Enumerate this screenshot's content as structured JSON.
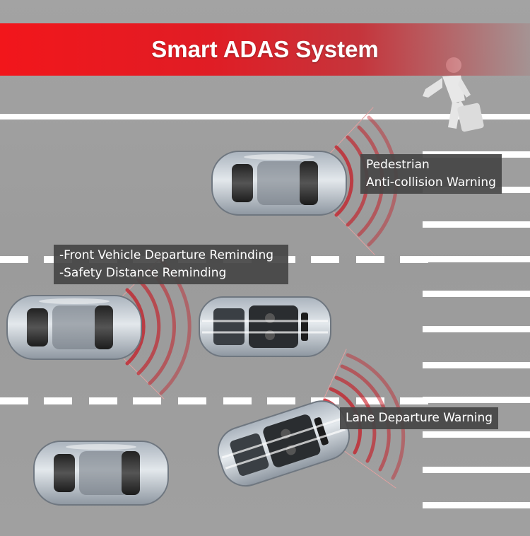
{
  "banner": {
    "title": "Smart ADAS System",
    "color_start": "#f2161b",
    "color_end": "#c5353c"
  },
  "labels": {
    "pedestrian_line1": "Pedestrian",
    "pedestrian_line2": "Anti-collision Warning",
    "front_line1": "-Front Vehicle Departure Reminding",
    "front_line2": "-Safety Distance Reminding",
    "lane": "Lane Departure Warning"
  },
  "colors": {
    "road": "#9b9b9b",
    "lane_marking": "#ffffff",
    "warning_arc": "#c8141e",
    "car_body": "#c9d0d8",
    "label_bg": "#464646"
  },
  "icons": {
    "pedestrian": "pedestrian-with-suitcase-icon",
    "cars": "top-view-car-icon",
    "radar": "radar-wave-icon"
  }
}
